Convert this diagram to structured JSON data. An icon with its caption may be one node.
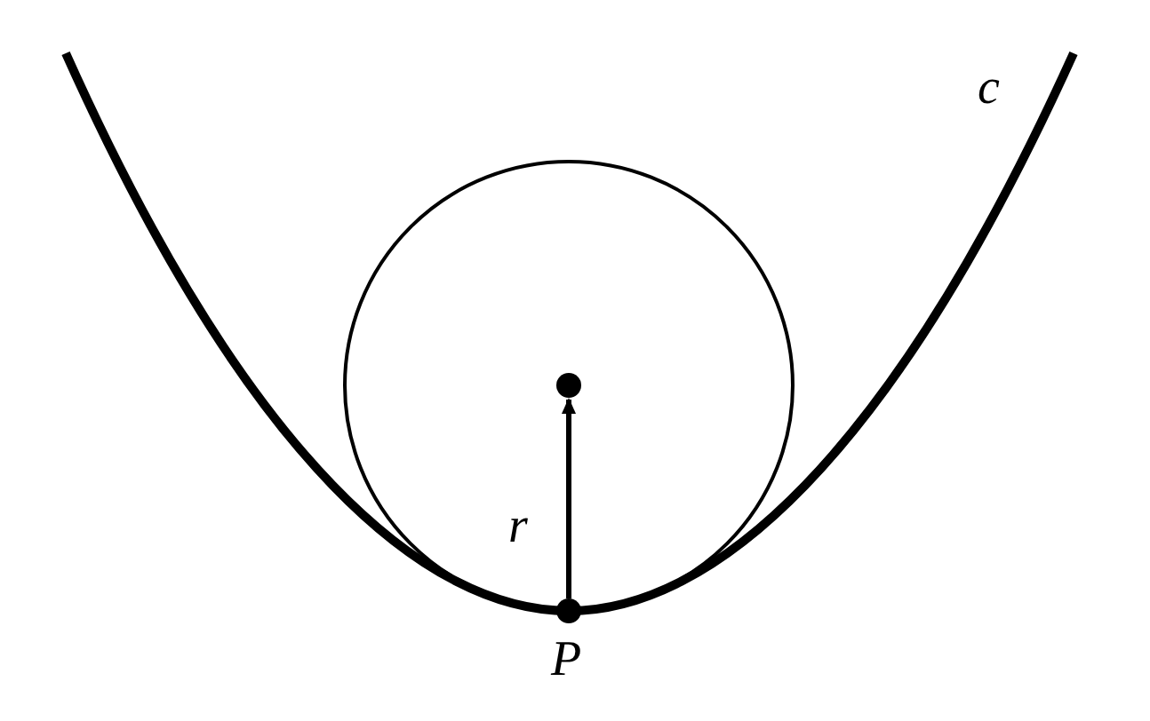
{
  "diagram": {
    "nodes": [
      {
        "text": [],
        "shape": "circle"
      },
      {
        "text": [],
        "shape": "circle",
        "beside": [
          "P"
        ]
      }
    ],
    "edges": [
      {
        "from": 1,
        "to": 0,
        "arrow": "to",
        "label": "r"
      }
    ],
    "labels": [
      "c"
    ]
  }
}
